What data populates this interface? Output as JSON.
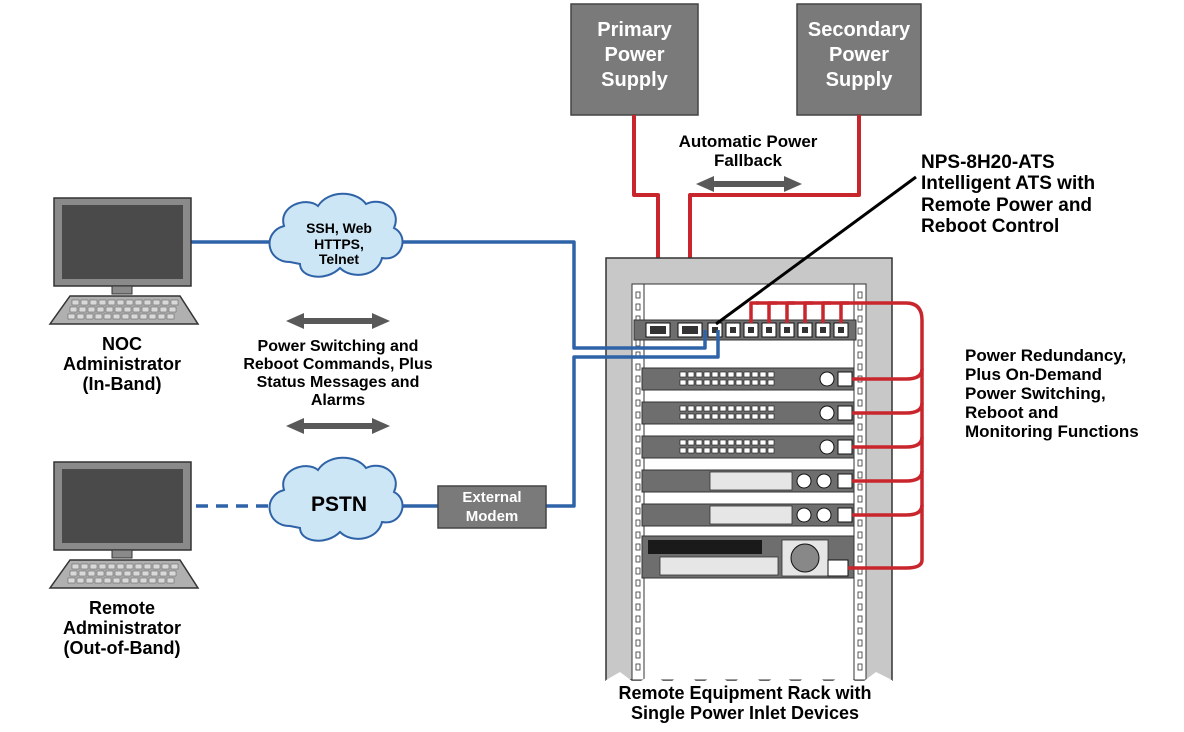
{
  "power_supplies": {
    "primary": "Primary\nPower\nSupply",
    "secondary": "Secondary\nPower\nSupply"
  },
  "fallback_label": "Automatic Power\nFallback",
  "device_label": "NPS-8H20-ATS\nIntelligent ATS with\nRemote Power and\nReboot Control",
  "cloud_inband": "SSH, Web\nHTTPS,\nTelnet",
  "cloud_pstn": "PSTN",
  "modem_label": "External\nModem",
  "commands_label": "Power Switching and\nReboot Commands, Plus\nStatus Messages and\nAlarms",
  "noc_admin": "NOC\nAdministrator\n(In-Band)",
  "remote_admin": "Remote\nAdministrator\n(Out-of-Band)",
  "redundancy_label": "Power Redundancy,\nPlus On-Demand\nPower Switching,\nReboot and\nMonitoring Functions",
  "rack_label": "Remote Equipment Rack with\nSingle Power Inlet Devices",
  "colors": {
    "box_fill": "#7a7a7a",
    "power_line": "#c8262c",
    "network_line": "#2f63a8",
    "arrow": "#595959",
    "rack_frame": "#c8c8c8",
    "device": "#6e6e6e"
  }
}
